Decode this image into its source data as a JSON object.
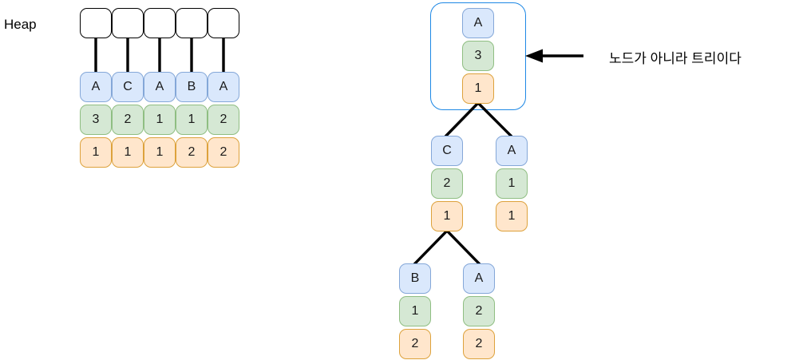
{
  "colors": {
    "blue_fill": "#dae8fc",
    "blue_stroke": "#84a7d8",
    "green_fill": "#d5e8d4",
    "green_stroke": "#8fbe82",
    "orange_fill": "#ffe6cc",
    "orange_stroke": "#dda23c",
    "container_stroke": "#1e88e5"
  },
  "heap": {
    "label": "Heap",
    "columns": [
      {
        "letter": "A",
        "count": "3",
        "order": "1"
      },
      {
        "letter": "C",
        "count": "2",
        "order": "1"
      },
      {
        "letter": "A",
        "count": "1",
        "order": "1"
      },
      {
        "letter": "B",
        "count": "1",
        "order": "2"
      },
      {
        "letter": "A",
        "count": "2",
        "order": "2"
      }
    ]
  },
  "tree": {
    "annotation": "노드가 아니라 트리이다",
    "nodes": {
      "root": {
        "letter": "A",
        "count": "3",
        "order": "1"
      },
      "left_child": {
        "letter": "C",
        "count": "2",
        "order": "1"
      },
      "right_child": {
        "letter": "A",
        "count": "1",
        "order": "1"
      },
      "left_grandchild": {
        "letter": "B",
        "count": "1",
        "order": "2"
      },
      "right_grandchild": {
        "letter": "A",
        "count": "2",
        "order": "2"
      }
    }
  }
}
